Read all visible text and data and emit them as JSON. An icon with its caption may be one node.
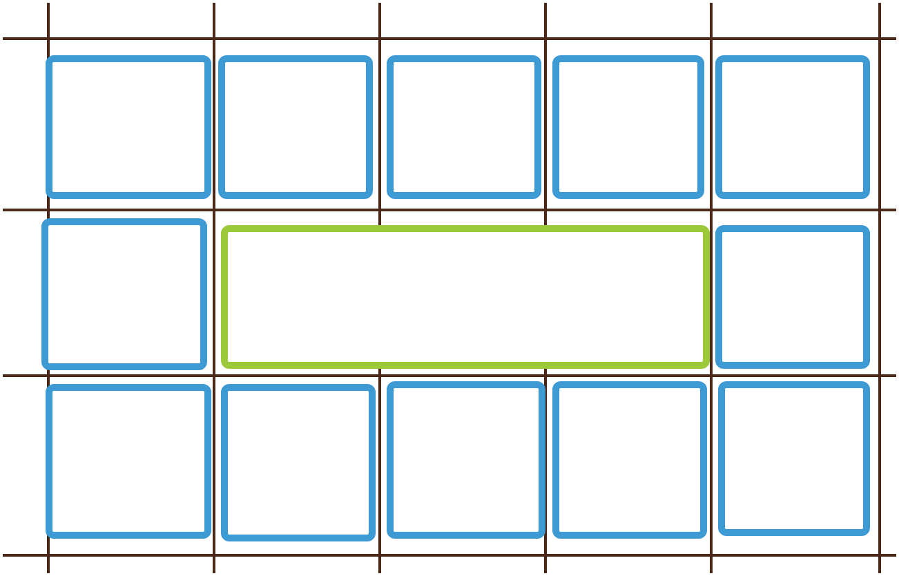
{
  "diagram": {
    "nodes": [
      {
        "text": [],
        "shape": "box"
      },
      {
        "text": [],
        "shape": "box"
      },
      {
        "text": [],
        "shape": "box"
      },
      {
        "text": [],
        "shape": "box"
      },
      {
        "text": [],
        "shape": "box"
      },
      {
        "text": [],
        "shape": "box"
      },
      {
        "text": [],
        "shape": "box"
      },
      {
        "text": [],
        "shape": "box"
      },
      {
        "text": [],
        "shape": "box"
      },
      {
        "text": [],
        "shape": "box"
      },
      {
        "text": [],
        "shape": "box"
      },
      {
        "text": [],
        "shape": "box"
      },
      {
        "text": [],
        "shape": "box"
      }
    ]
  }
}
